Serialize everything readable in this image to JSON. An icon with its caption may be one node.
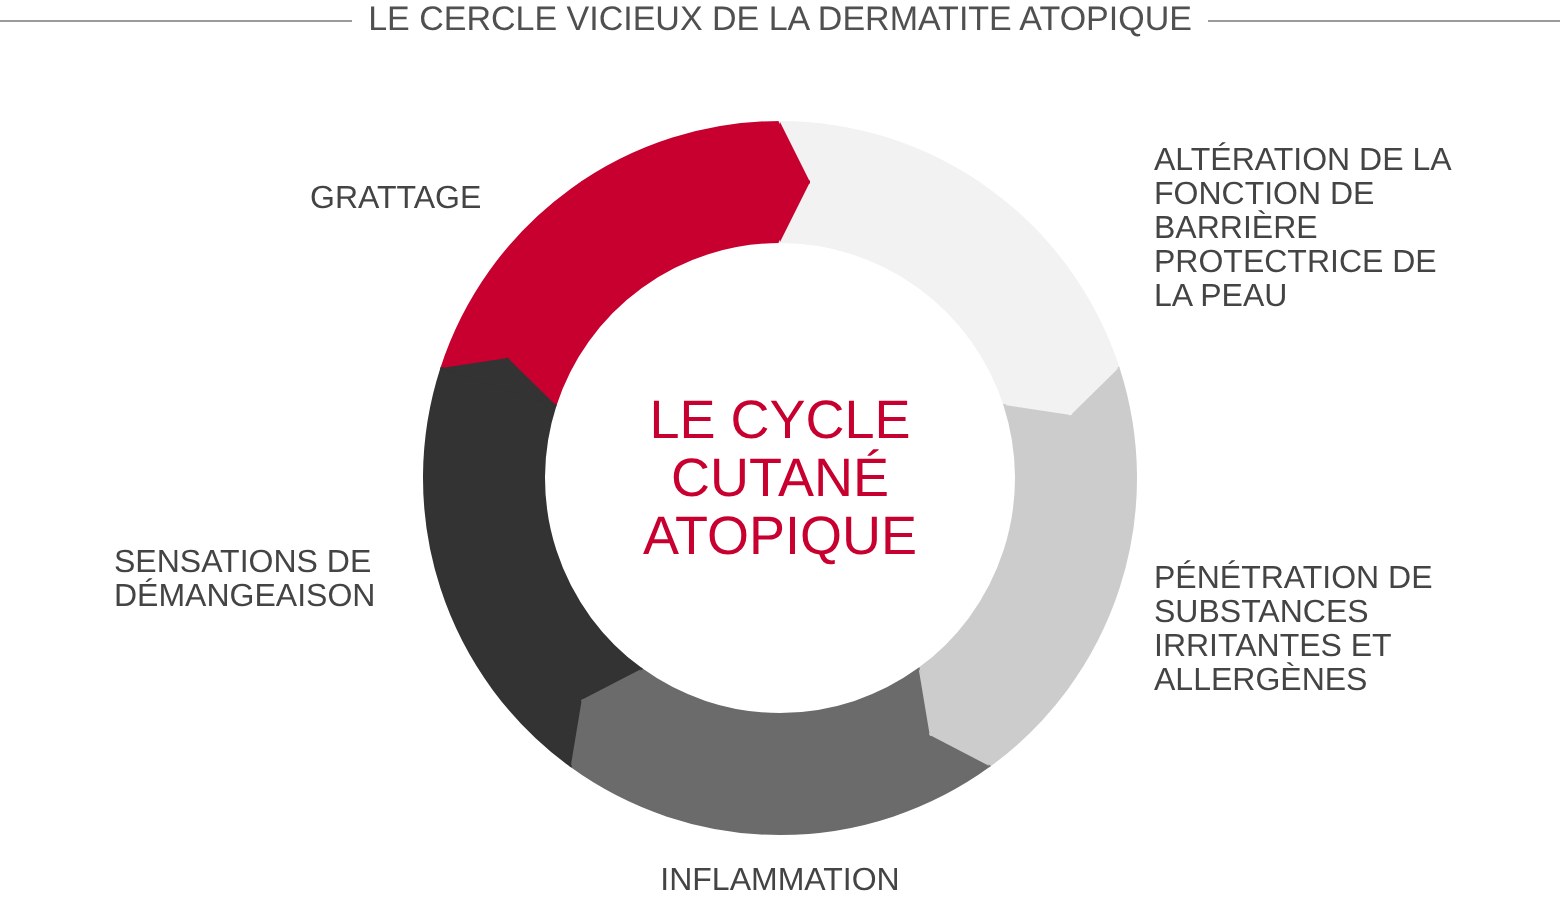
{
  "diagram": {
    "title": "LE CERCLE VICIEUX DE LA DERMATITE ATOPIQUE",
    "nodes": [
      {
        "text": [],
        "shape": "arc",
        "beside": [
          "GRATTAGE"
        ]
      },
      {
        "text": [],
        "shape": "arc",
        "beside": [
          "ALTÉRATION DE LA FONCTION DE BARRIÈRE PROTECTRICE DE LA PEAU"
        ]
      },
      {
        "text": [],
        "shape": "arc",
        "beside": [
          "PÉNÉTRATION DE SUBSTANCES IRRITANTES ET ALLERGÈNES"
        ]
      },
      {
        "text": [],
        "shape": "arc",
        "beside": [
          "INFLAMMATION"
        ]
      },
      {
        "text": [],
        "shape": "arc",
        "beside": [
          "SENSATIONS DE DÉMANGEAISON"
        ]
      }
    ],
    "edges": [
      {
        "from": 0,
        "to": 1,
        "arrow": "to",
        "color": "#c8002f"
      },
      {
        "from": 1,
        "to": 2,
        "arrow": "to",
        "color": "#f2f2f2"
      },
      {
        "from": 2,
        "to": 3,
        "arrow": "to",
        "color": "#cccccc"
      },
      {
        "from": 3,
        "to": 4,
        "arrow": "to",
        "color": "#6b6b6b"
      },
      {
        "from": 4,
        "to": 0,
        "arrow": "to",
        "color": "#333333"
      }
    ],
    "labels": [
      "LE CYCLE CUTANÉ ATOPIQUE"
    ]
  }
}
